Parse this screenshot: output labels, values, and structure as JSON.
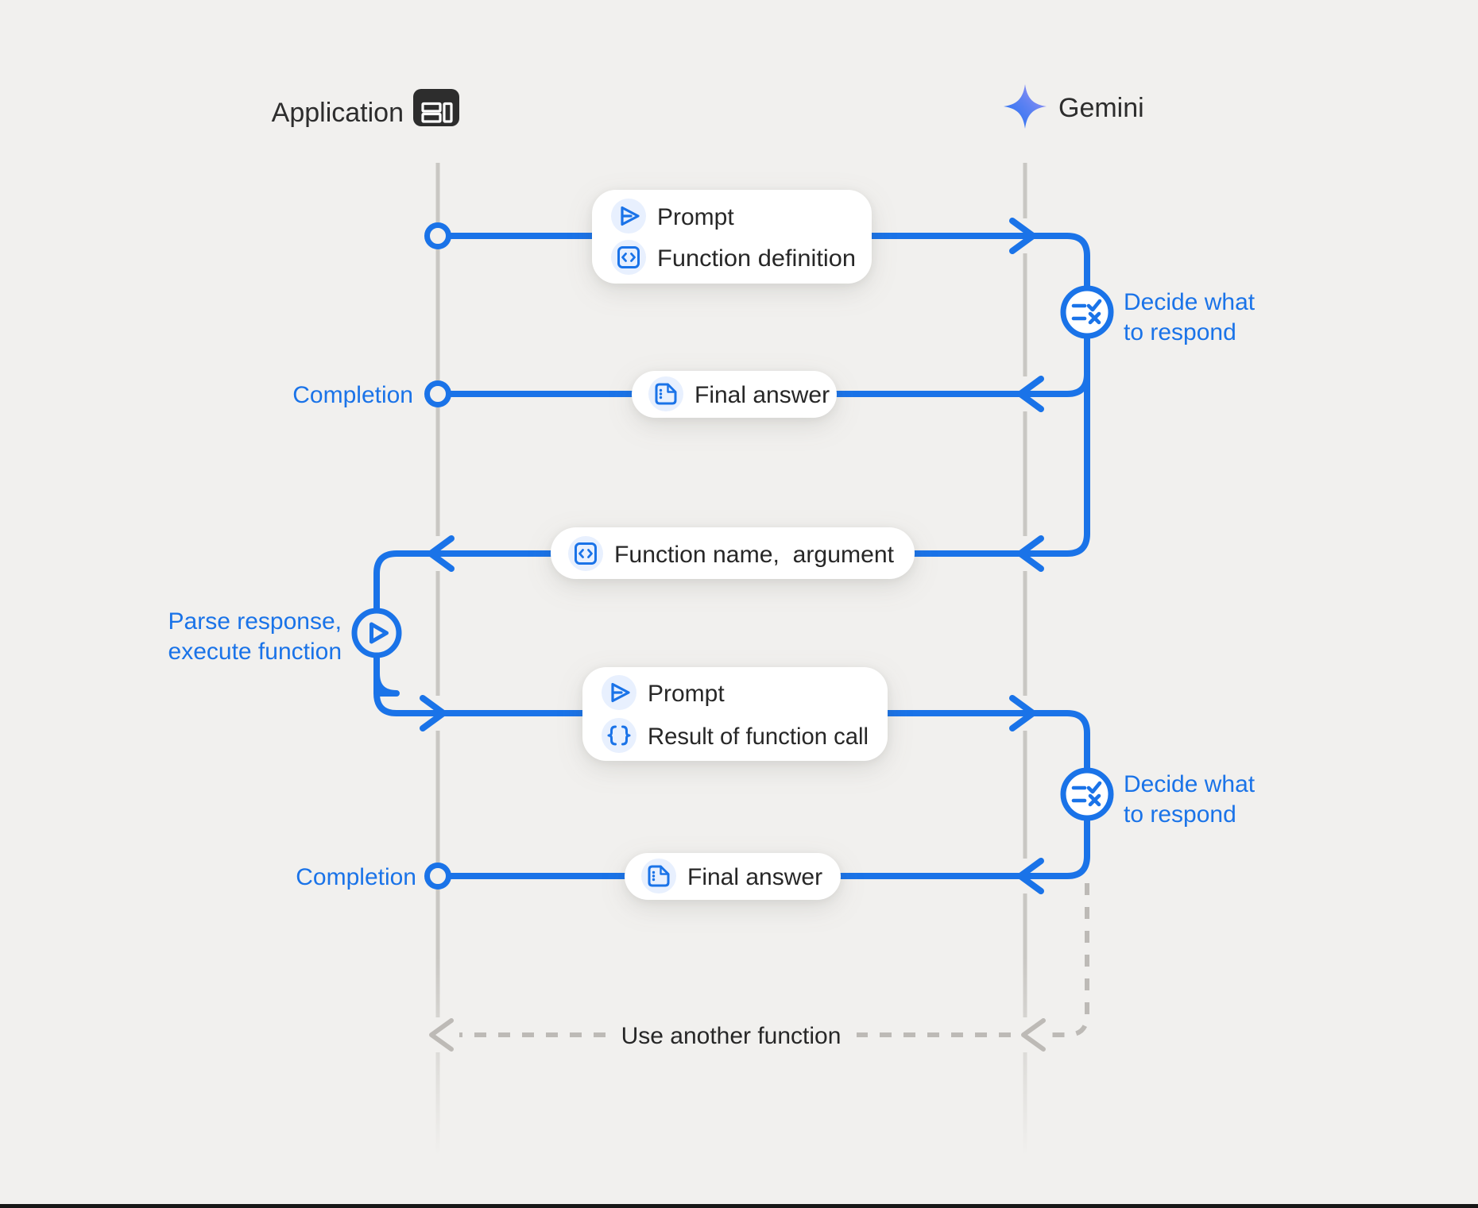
{
  "palette": {
    "background": "#f1f0ee",
    "accent_blue": "#1a73e8",
    "dark_text": "#272727",
    "card_background": "#ffffff",
    "icon_chip_background": "#e8f0fe",
    "lifeline_gray": "#c9c7c3",
    "dashed_gray": "#bdbab6"
  },
  "actors": {
    "application": {
      "label": "Application",
      "icon": "app-window-icon"
    },
    "gemini": {
      "label": "Gemini",
      "icon": "gemini-star-icon"
    }
  },
  "cards": {
    "prompt_function_definition": {
      "rows": [
        {
          "icon": "send-icon",
          "label": "Prompt"
        },
        {
          "icon": "code-brackets-icon",
          "label": "Function definition"
        }
      ]
    },
    "final_answer_1": {
      "rows": [
        {
          "icon": "document-icon",
          "label": "Final answer"
        }
      ]
    },
    "function_name_argument": {
      "rows": [
        {
          "icon": "code-brackets-icon",
          "label": "Function name,  argument"
        }
      ]
    },
    "prompt_function_result": {
      "rows": [
        {
          "icon": "send-icon",
          "label": "Prompt"
        },
        {
          "icon": "braces-icon",
          "label": "Result of function call"
        }
      ]
    },
    "final_answer_2": {
      "rows": [
        {
          "icon": "document-icon",
          "label": "Final answer"
        }
      ]
    }
  },
  "annotations": {
    "completion_1": "Completion",
    "completion_2": "Completion",
    "decide_1": {
      "line1": "Decide what",
      "line2": "to respond"
    },
    "decide_2": {
      "line1": "Decide what",
      "line2": "to respond"
    },
    "parse": {
      "line1": "Parse response,",
      "line2": "execute function"
    },
    "use_another_function": "Use another function"
  }
}
